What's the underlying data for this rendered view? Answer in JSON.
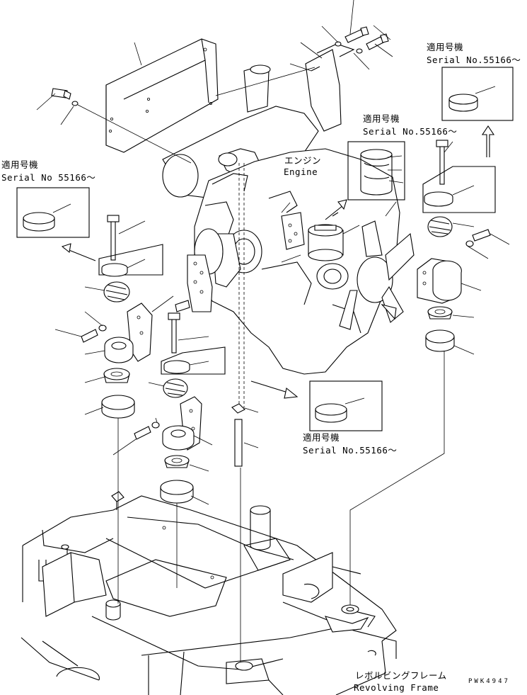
{
  "labels": {
    "serial_jp": "適用号機",
    "serial_no_dot": "Serial No.55166〜",
    "serial_no_nodot": "Serial No 55166〜",
    "engine_jp": "エンジン",
    "engine_en": "Engine",
    "frame_jp": "レボルビングフレーム",
    "frame_en": "Revolving Frame",
    "drawing_code": "PWK4947"
  },
  "colors": {
    "ink": "#000000",
    "paper": "#ffffff"
  }
}
